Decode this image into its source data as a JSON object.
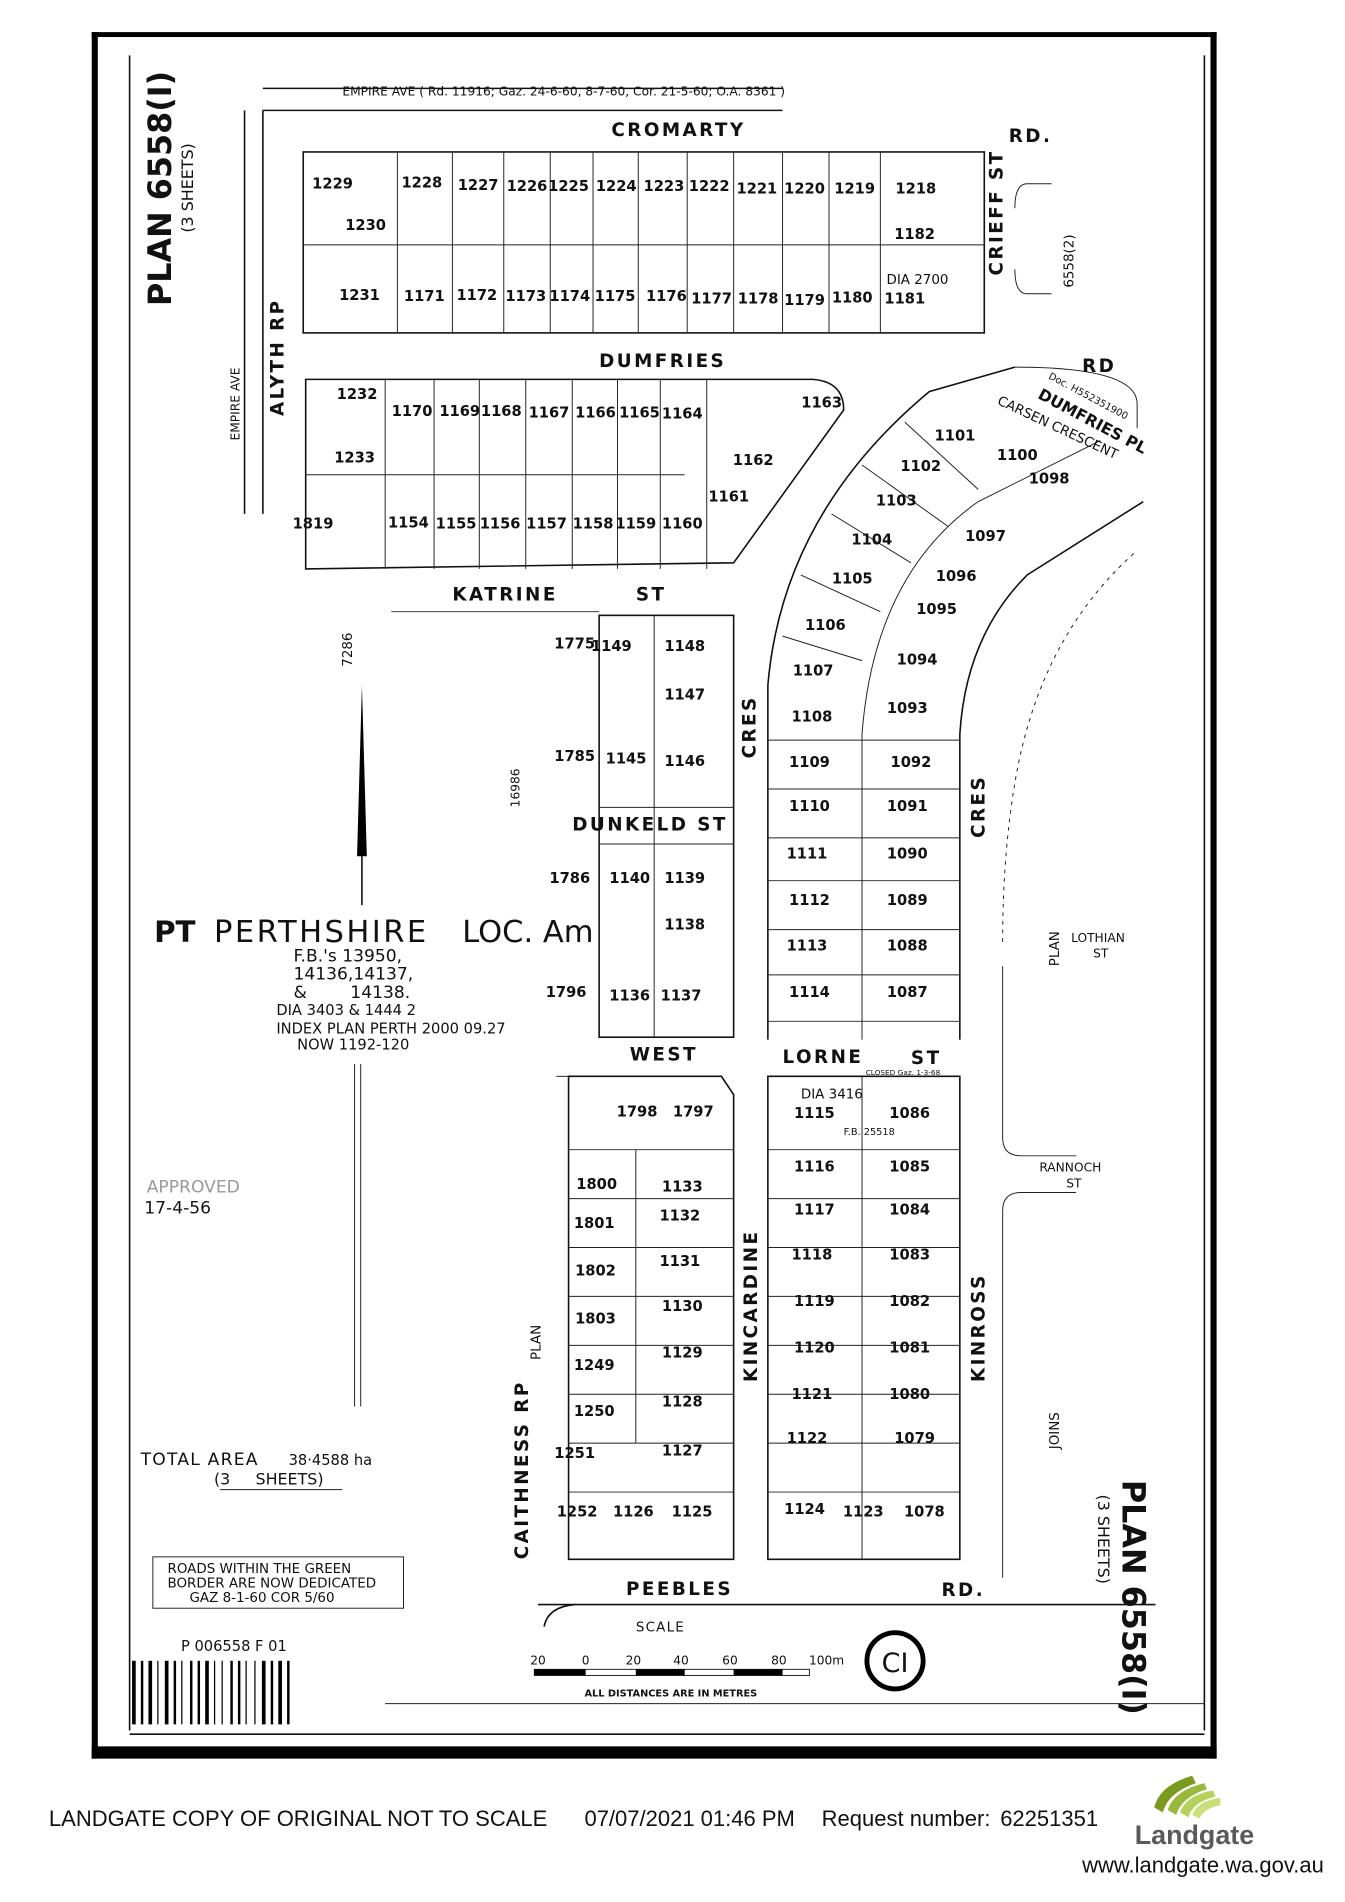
{
  "plan": {
    "title": "PLAN 6558(I)",
    "sheets": "(3 SHEETS)",
    "locality": {
      "prefix": "PT",
      "name": "PERTHSHIRE",
      "loc": "LOC. Am"
    },
    "field_books": [
      "F.B.'s 13950,",
      "14136,14137,",
      "&        14138."
    ],
    "dia": "DIA  3403 & 1444 2",
    "index_plan": "INDEX  PLAN  PERTH  2000  09.27",
    "now": "NOW  1192-120",
    "approved_date": "17-4-56",
    "approved_stamp": "APPROVED",
    "total_area_label": "TOTAL  AREA",
    "total_area_value": "38·4588 ha",
    "total_sheets": "(3     SHEETS)",
    "roads_note": [
      "ROADS WITHIN THE GREEN",
      "BORDER ARE NOW DEDICATED",
      "GAZ 8-1-60  COR 5/60"
    ],
    "barcode_label": "P 006558  F 01",
    "scale_label": "SCALE",
    "scale_ticks": [
      "20",
      "0",
      "20",
      "40",
      "60",
      "80",
      "100m"
    ],
    "distances_note": "ALL DISTANCES ARE IN METRES",
    "ci_mark": "CI",
    "cross_ref_top": "6558(2)",
    "ref_7286": "7286",
    "ref_16986": "16986",
    "empire_note": "EMPIRE AVE  ( Rd. 11916;  Gaz. 24-6-60, 8-7-60, Cor. 21-5-60;  O.A. 8361 )",
    "dia_2700": "DIA 2700",
    "dia_3416": "DIA 3416",
    "fb_25518": "F.B. 25518",
    "doc_ref": "Doc. H552351900",
    "closed_note": "CLOSED Gaz. 1-3-68"
  },
  "roads": {
    "cromarty": "CROMARTY",
    "cromarty_rd": "RD.",
    "dumfries": "DUMFRIES",
    "dumfries_rd": "RD",
    "katrine": "KATRINE",
    "katrine_st": "ST",
    "dunkeld": "DUNKELD  ST",
    "west": "WEST",
    "lorne": "LORNE",
    "lorne_st": "ST",
    "peebles": "PEEBLES",
    "peebles_rd": "RD.",
    "alyth": "ALYTH  RP",
    "crieff": "CRIEFF  ST",
    "cres_left": "CRES",
    "cres_right": "CRES",
    "kincardine": "KINCARDINE",
    "kinross": "KINROSS",
    "caithness": "CAITHNESS  RP",
    "plan_left": "PLAN",
    "plan_right": "PLAN",
    "lothian": "LOTHIAN",
    "lothian_st": "ST",
    "rannoch": "RANNOCH",
    "rannoch_st": "ST",
    "joins": "JOINS",
    "carsen": "CARSEN  CRESCENT",
    "dumfries_pl": "DUMFRIES PL",
    "empire_ave": "EMPIRE AVE"
  },
  "lots": [
    "1229",
    "1228",
    "1227",
    "1226",
    "1225",
    "1224",
    "1223",
    "1222",
    "1221",
    "1220",
    "1219",
    "1218",
    "1230",
    "1182",
    "1231",
    "1171",
    "1172",
    "1173",
    "1174",
    "1175",
    "1176",
    "1177",
    "1178",
    "1179",
    "1180",
    "1181",
    "1232",
    "1170",
    "1169",
    "1168",
    "1167",
    "1166",
    "1165",
    "1164",
    "1163",
    "1162",
    "1161",
    "1233",
    "1819",
    "1154",
    "1155",
    "1156",
    "1157",
    "1158",
    "1159",
    "1160",
    "1775",
    "1149",
    "1148",
    "1147",
    "1785",
    "1145",
    "1146",
    "1786",
    "1140",
    "1139",
    "1138",
    "1796",
    "1136",
    "1137",
    "1101",
    "1100",
    "1102",
    "1098",
    "1103",
    "1097",
    "1104",
    "1105",
    "1096",
    "1095",
    "1106",
    "1094",
    "1107",
    "1093",
    "1108",
    "1109",
    "1092",
    "1110",
    "1091",
    "1111",
    "1090",
    "1112",
    "1089",
    "1113",
    "1088",
    "1114",
    "1087",
    "1798",
    "1797",
    "1115",
    "1086",
    "1800",
    "1133",
    "1116",
    "1085",
    "1801",
    "1132",
    "1117",
    "1084",
    "1802",
    "1131",
    "1118",
    "1083",
    "1803",
    "1130",
    "1119",
    "1082",
    "1249",
    "1129",
    "1120",
    "1081",
    "1250",
    "1128",
    "1121",
    "1080",
    "1251",
    "1127",
    "1122",
    "1079",
    "1252",
    "1126",
    "1125",
    "1124",
    "1123",
    "1078"
  ],
  "footer": {
    "copy_note": "LANDGATE COPY OF ORIGINAL NOT TO SCALE",
    "datetime": "07/07/2021 01:46 PM",
    "request_label": "Request number:",
    "request_number": "62251351",
    "brand": "Landgate",
    "url": "www.landgate.wa.gov.au"
  },
  "colors": {
    "ink": "#111111",
    "brand_green_dark": "#7a9a1e",
    "brand_green_light": "#c9df7a",
    "brand_text": "#5a5a5a"
  }
}
